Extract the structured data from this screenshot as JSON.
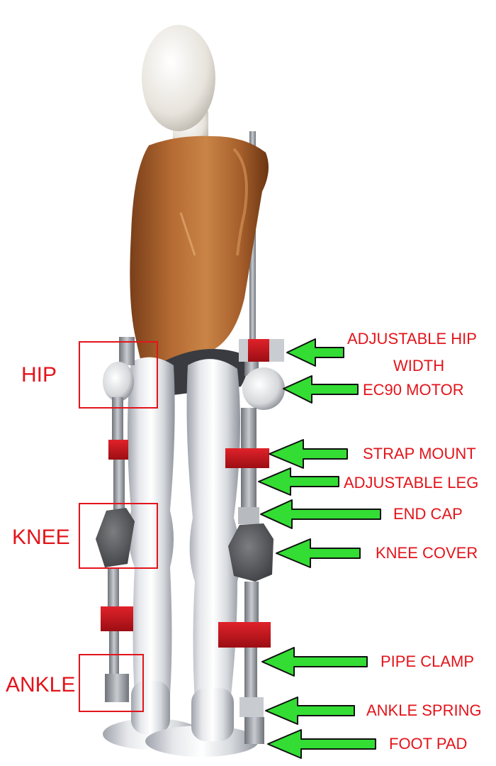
{
  "figure": {
    "side_labels": {
      "hip": "HIP",
      "knee": "KNEE",
      "ankle": "ANKLE"
    },
    "callouts": {
      "adjustable_hip_width_line1": "ADJUSTABLE HIP",
      "adjustable_hip_width_line2": "WIDTH",
      "ec90_motor": "EC90 MOTOR",
      "strap_mount": "STRAP MOUNT",
      "adjustable_leg": "ADJUSTABLE LEG",
      "end_cap": "END CAP",
      "knee_cover": "KNEE COVER",
      "pipe_clamp": "PIPE CLAMP",
      "ankle_spring": "ANKLE SPRING",
      "foot_pad": "FOOT PAD"
    },
    "colors": {
      "label": "#e3141b",
      "arrow": "#33dd33",
      "arrow_outline": "#111111",
      "component_red": "#c8141c"
    }
  }
}
